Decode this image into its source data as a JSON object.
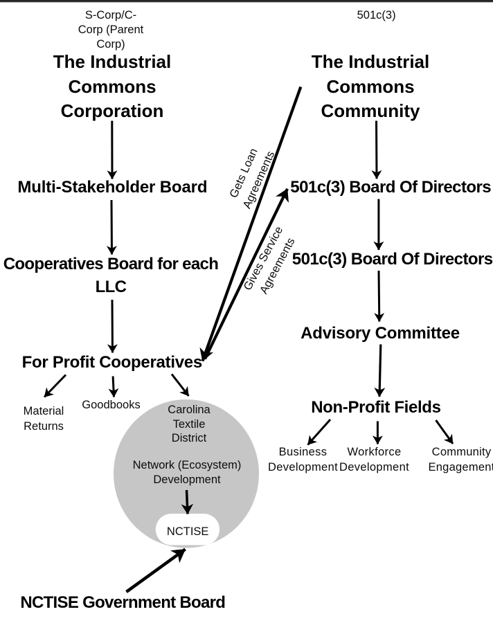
{
  "colors": {
    "top_bar": "#26262a",
    "circle_fill": "#c6c6c6",
    "pill_fill": "#ffffff",
    "arrow": "#000000",
    "text": "#000000"
  },
  "headers": {
    "left": "S-Corp/C-\nCorp (Parent\nCorp)",
    "right": "501c(3)"
  },
  "left_column": {
    "title": "The Industrial\nCommons\nCorporation",
    "multi_stakeholder_board": "Multi-Stakeholder Board",
    "cooperatives_board": "Cooperatives Board for each\nLLC",
    "for_profit_cooperatives": "For Profit Cooperatives",
    "material_returns": "Material\nReturns",
    "goodbooks": "Goodbooks",
    "nctise_government_board": "NCTISE Government Board"
  },
  "circle_group": {
    "carolina_textile_district": "Carolina\nTextile\nDistrict",
    "network_development": "Network (Ecosystem)\nDevelopment",
    "nctise": "NCTISE"
  },
  "right_column": {
    "title": "The Industrial\nCommons\nCommunity",
    "board_of_directors_1": "501c(3) Board Of Directors",
    "board_of_directors_2": "501c(3) Board Of Directors",
    "advisory_committee": "Advisory Committee",
    "non_profit_fields": "Non-Profit Fields",
    "business_development": "Business\nDevelopment",
    "workforce_development": "Workforce\nDevelopment",
    "community_engagement": "Community\nEngagement"
  },
  "edge_labels": {
    "gets_loan": "Gets Loan\nAgreements",
    "gives_service": "Gives Service\nAgreements"
  }
}
